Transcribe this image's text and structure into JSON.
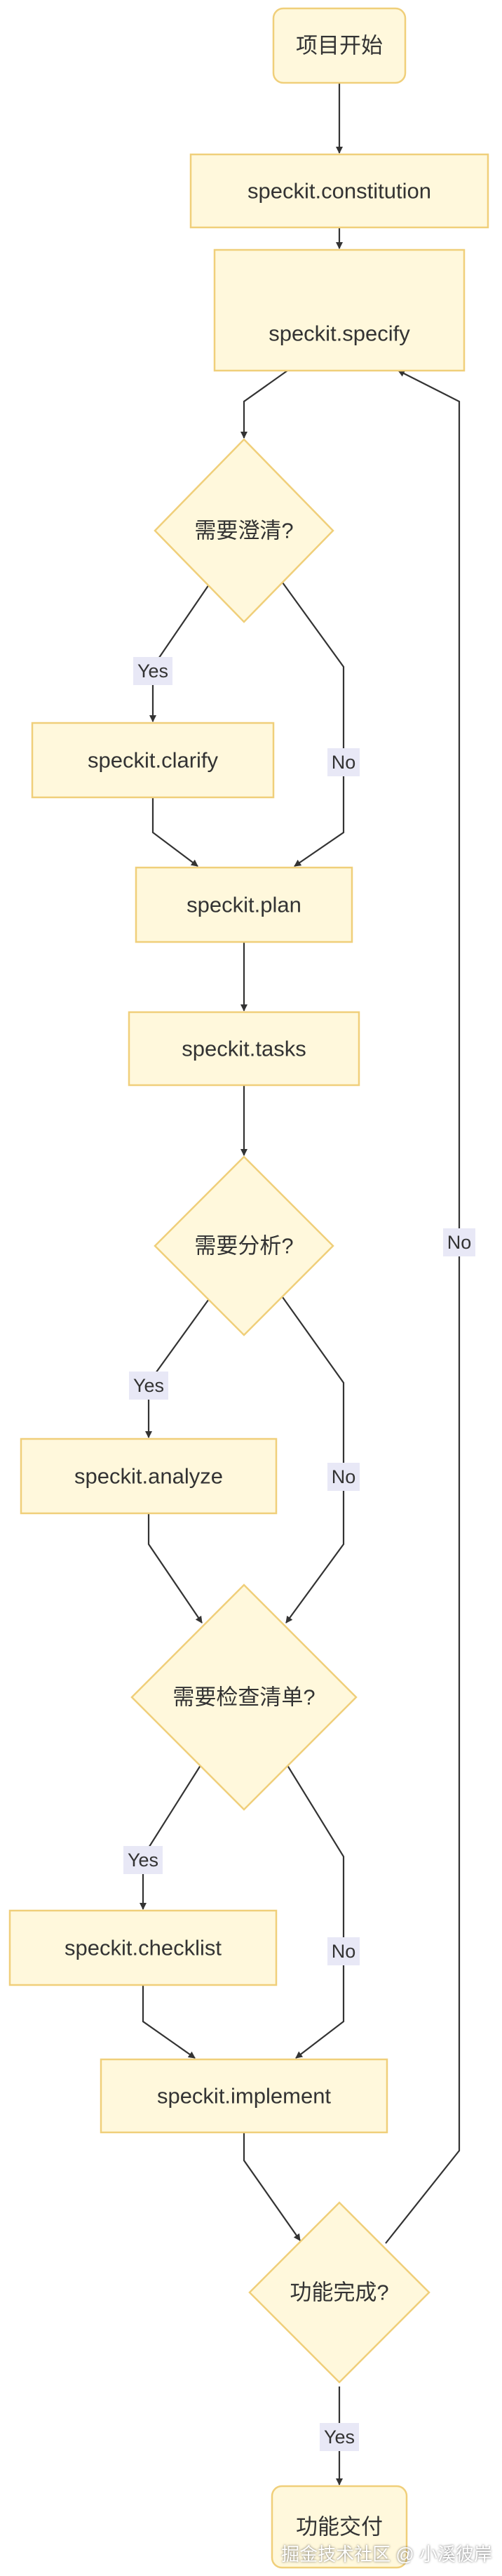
{
  "nodes": {
    "start": "项目开始",
    "constitution": "speckit.constitution",
    "specify": "speckit.specify",
    "need_clarify": "需要澄清?",
    "clarify": "speckit.clarify",
    "plan": "speckit.plan",
    "tasks": "speckit.tasks",
    "need_analyze": "需要分析?",
    "analyze": "speckit.analyze",
    "need_checklist": "需要检查清单?",
    "checklist": "speckit.checklist",
    "implement": "speckit.implement",
    "feature_done": "功能完成?",
    "deliver": "功能交付"
  },
  "edge_labels": {
    "clarify_yes": "Yes",
    "clarify_no": "No",
    "analyze_yes": "Yes",
    "analyze_no": "No",
    "checklist_yes": "Yes",
    "checklist_no": "No",
    "done_no": "No",
    "done_yes": "Yes"
  },
  "watermark": "掘金技术社区 @ 小溪彼岸",
  "colors": {
    "node_fill": "#fff8dc",
    "node_stroke": "#f0cf7a",
    "edge": "#333333",
    "label_bg": "#e8e8f6"
  }
}
